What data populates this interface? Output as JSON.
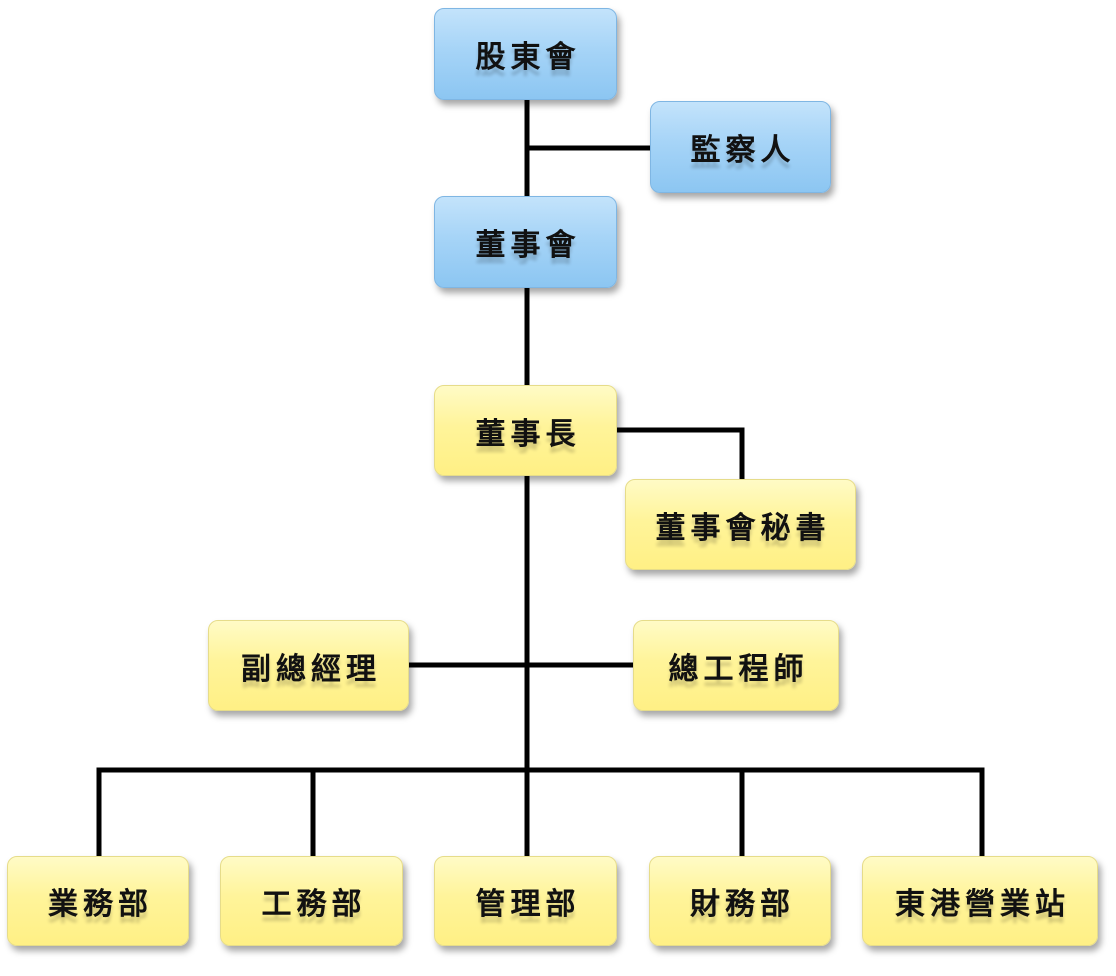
{
  "nodes": {
    "shareholders": "股東會",
    "supervisor": "監察人",
    "board": "董事會",
    "chairman": "董事長",
    "board_secretary": "董事會秘書",
    "deputy_gm": "副總經理",
    "chief_engineer": "總工程師",
    "sales": "業務部",
    "engineering": "工務部",
    "management": "管理部",
    "finance": "財務部",
    "donggang_station": "東港營業站"
  },
  "colors": {
    "governance_box": "#a6d4f7",
    "management_box": "#fff49a",
    "connector": "#000000"
  }
}
